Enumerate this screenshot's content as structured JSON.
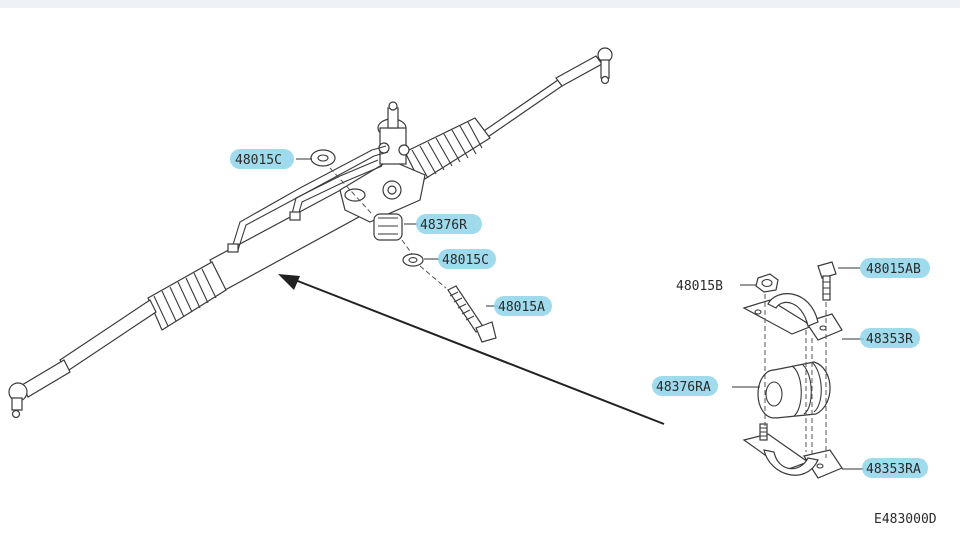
{
  "callouts": [
    {
      "id": "c1",
      "text": "48015C",
      "highlighted": true
    },
    {
      "id": "c2",
      "text": "48376R",
      "highlighted": true
    },
    {
      "id": "c3",
      "text": "48015C",
      "highlighted": true
    },
    {
      "id": "c4",
      "text": "48015A",
      "highlighted": true
    },
    {
      "id": "c5",
      "text": "48015B",
      "highlighted": false
    },
    {
      "id": "c6",
      "text": "48015AB",
      "highlighted": true
    },
    {
      "id": "c7",
      "text": "48353R",
      "highlighted": true
    },
    {
      "id": "c8",
      "text": "48376RA",
      "highlighted": true
    },
    {
      "id": "c9",
      "text": "48353RA",
      "highlighted": true
    }
  ],
  "figure_code": "E483000D",
  "colors": {
    "highlight": "#8fd3ea",
    "line": "#3a3a3a",
    "background": "#ffffff"
  }
}
